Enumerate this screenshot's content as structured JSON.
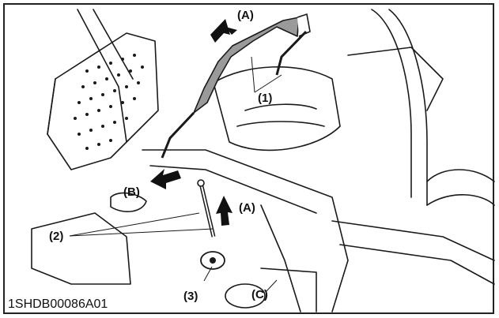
{
  "labels": {
    "a_top": "(A)",
    "a_mid": "(A)",
    "b": "(B)",
    "c": "(C)",
    "n1": "(1)",
    "n2": "(2)",
    "n3": "(3)"
  },
  "figure_code": "1SHDB00086A01",
  "colors": {
    "line": "#1a1a1a",
    "handle_fill": "#9a9a9a",
    "arrow": "#111111",
    "background": "#ffffff"
  }
}
